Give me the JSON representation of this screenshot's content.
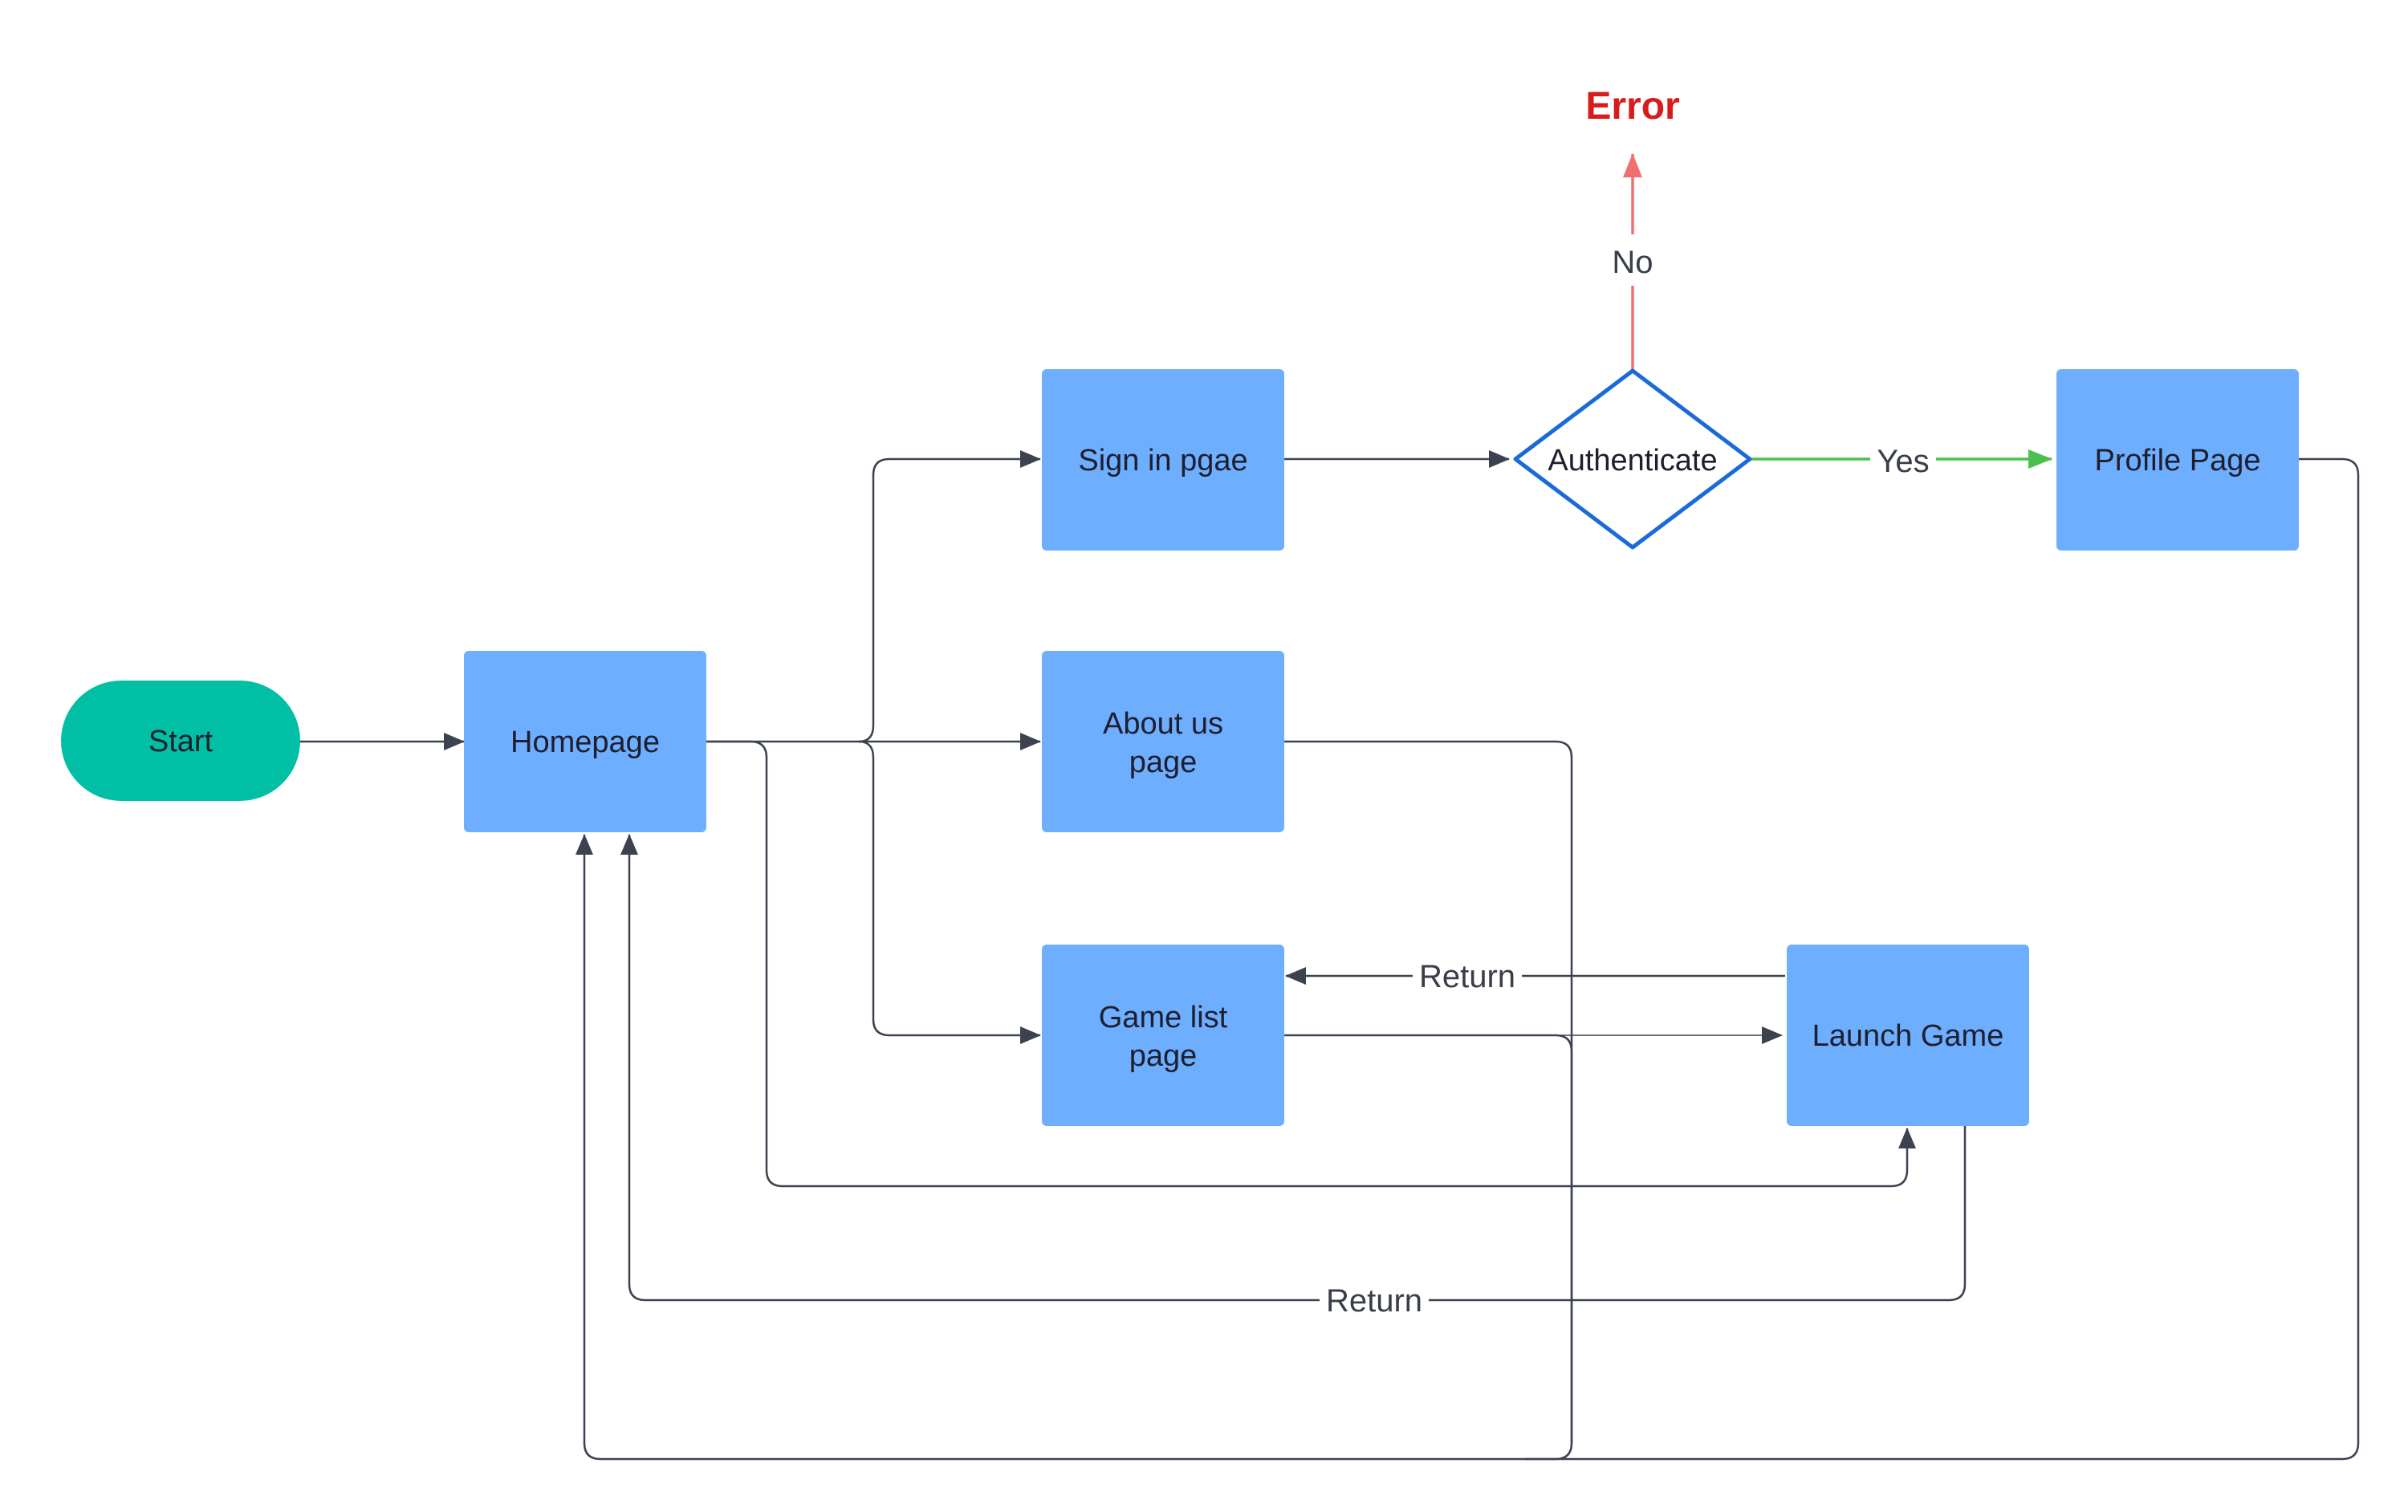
{
  "nodes": {
    "start": "Start",
    "homepage": "Homepage",
    "signin": "Sign in pgae",
    "about_line1": "About us",
    "about_line2": "page",
    "gamelist_line1": "Game list",
    "gamelist_line2": "page",
    "authenticate": "Authenticate",
    "profile": "Profile Page",
    "launch": "Launch Game",
    "error": "Error"
  },
  "edges": {
    "no_label": "No",
    "yes_label": "Yes",
    "return_from_launch": "Return",
    "return_to_home": "Return"
  },
  "colors": {
    "start_fill": "#00BFA5",
    "box_fill": "#6DAEFF",
    "decision_stroke": "#1A6AD9",
    "error_text": "#D81B1B",
    "no_arrow": "#F07070",
    "yes_arrow": "#4CC04C",
    "connector": "#3D4250"
  }
}
